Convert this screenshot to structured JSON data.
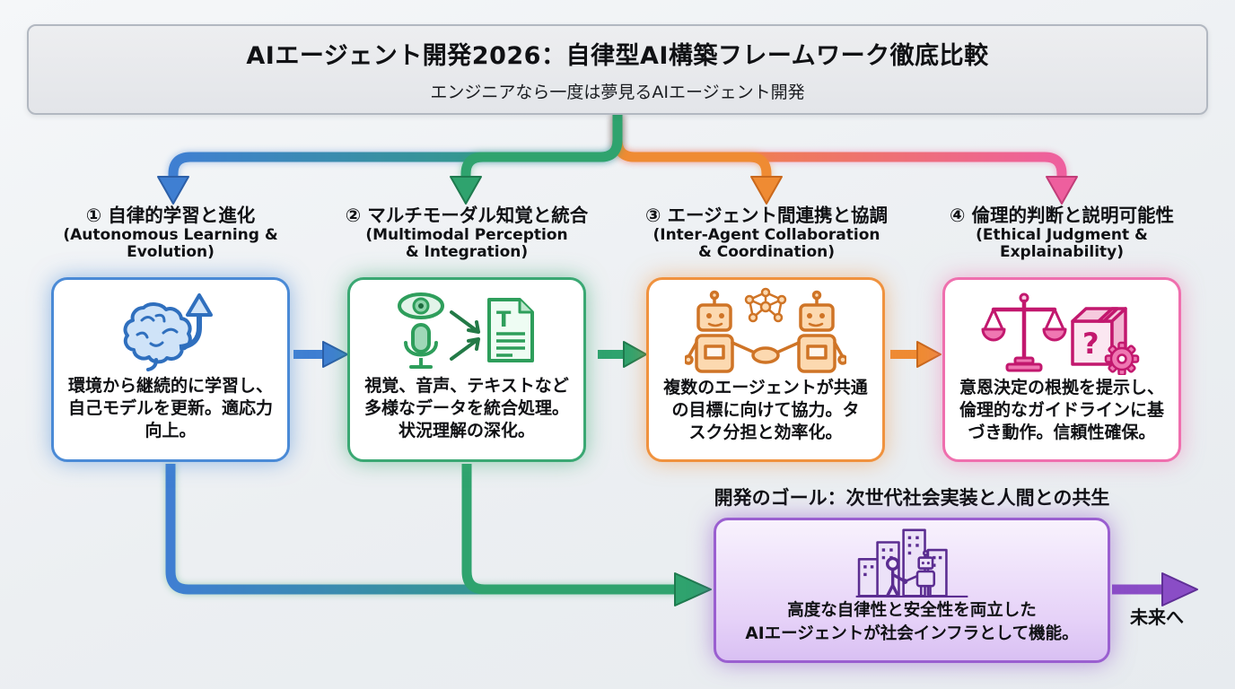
{
  "header": {
    "title": "AIエージェント開発2026：自律型AI構築フレームワーク徹底比較",
    "subtitle": "エンジニアなら一度は夢見るAIエージェント開発"
  },
  "columns": [
    {
      "heading_jp": "① 自律的学習と進化",
      "heading_en": "(Autonomous Learning &\nEvolution)",
      "body": "環境から継続的に学習し、\n自己モデルを更新。適応力\n向上。",
      "icon": "brain-up-arrow-icon",
      "accent": "#3f7fd2"
    },
    {
      "heading_jp": "② マルチモーダル知覚と統合",
      "heading_en": "(Multimodal Perception\n& Integration)",
      "body": "視覚、音声、テキストなど\n多様なデータを統合処理。\n状況理解の深化。",
      "icon": "eye-mic-document-icon",
      "accent": "#2fa36e"
    },
    {
      "heading_jp": "③ エージェント間連携と協調",
      "heading_en": "(Inter-Agent Collaboration\n& Coordination)",
      "body": "複数のエージェントが共通\nの目標に向けて協力。タ\nスク分担と効率化。",
      "icon": "robots-handshake-network-icon",
      "accent": "#ef8b33"
    },
    {
      "heading_jp": "④ 倫理的判断と説明可能性",
      "heading_en": "(Ethical Judgment &\nExplainability)",
      "body": "意恩決定の根拠を提示し、\n倫理的なガイドラインに基\nづき動作。信頼性確保。",
      "icon": "scales-mystery-box-gear-icon",
      "accent": "#ee5f9e"
    }
  ],
  "goal": {
    "heading": "開発のゴール：次世代社会実装と人間との共生",
    "body": "高度な自律性と安全性を両立した\nAIエージェントが社会インフラとして機能。",
    "icon": "city-human-robot-icon",
    "accent": "#8a4dc6"
  },
  "future_label": "未来へ",
  "colors": {
    "blue": "#3f7fd2",
    "green": "#2fa36e",
    "orange": "#ef8b33",
    "pink": "#ee5f9e",
    "purple": "#8a4dc6",
    "header_fill": "#e8eaed",
    "header_border": "#b2b8c1"
  }
}
